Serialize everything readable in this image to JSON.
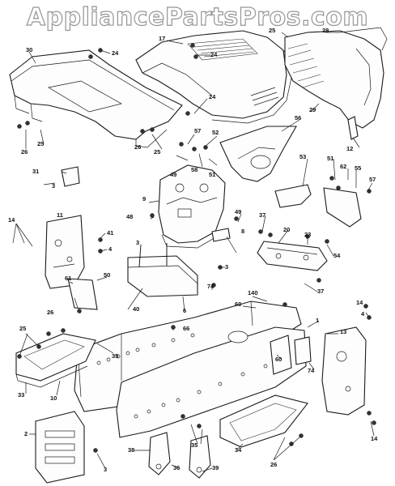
{
  "watermark": "AppliancePartsPros.com",
  "callouts": [
    {
      "id": "30",
      "text": "30"
    },
    {
      "id": "24a",
      "text": "24"
    },
    {
      "id": "17",
      "text": "17"
    },
    {
      "id": "24b",
      "text": "24"
    },
    {
      "id": "25a",
      "text": "25"
    },
    {
      "id": "28",
      "text": "28"
    },
    {
      "id": "26a",
      "text": "26"
    },
    {
      "id": "25b",
      "text": "25"
    },
    {
      "id": "24c",
      "text": "24"
    },
    {
      "id": "29",
      "text": "29"
    },
    {
      "id": "56",
      "text": "56"
    },
    {
      "id": "57a",
      "text": "57"
    },
    {
      "id": "52",
      "text": "52"
    },
    {
      "id": "25c",
      "text": "25"
    },
    {
      "id": "26b",
      "text": "26"
    },
    {
      "id": "12",
      "text": "12"
    },
    {
      "id": "31",
      "text": "31"
    },
    {
      "id": "49a",
      "text": "49"
    },
    {
      "id": "58",
      "text": "58"
    },
    {
      "id": "51a",
      "text": "51"
    },
    {
      "id": "53",
      "text": "53"
    },
    {
      "id": "3a",
      "text": "3"
    },
    {
      "id": "9",
      "text": "9"
    },
    {
      "id": "51b",
      "text": "51"
    },
    {
      "id": "62",
      "text": "62"
    },
    {
      "id": "55",
      "text": "55"
    },
    {
      "id": "57b",
      "text": "57"
    },
    {
      "id": "14a",
      "text": "14"
    },
    {
      "id": "11",
      "text": "11"
    },
    {
      "id": "48",
      "text": "48"
    },
    {
      "id": "49b",
      "text": "49"
    },
    {
      "id": "37a",
      "text": "37"
    },
    {
      "id": "20",
      "text": "20"
    },
    {
      "id": "23",
      "text": "23"
    },
    {
      "id": "41",
      "text": "41"
    },
    {
      "id": "4a",
      "text": "4"
    },
    {
      "id": "3b",
      "text": "3"
    },
    {
      "id": "8",
      "text": "8"
    },
    {
      "id": "54",
      "text": "54"
    },
    {
      "id": "3c",
      "text": "3"
    },
    {
      "id": "61",
      "text": "61"
    },
    {
      "id": "50",
      "text": "50"
    },
    {
      "id": "74a",
      "text": "74"
    },
    {
      "id": "140",
      "text": "140"
    },
    {
      "id": "37b",
      "text": "37"
    },
    {
      "id": "26c",
      "text": "26"
    },
    {
      "id": "40",
      "text": "40"
    },
    {
      "id": "6",
      "text": "6"
    },
    {
      "id": "60a",
      "text": "60"
    },
    {
      "id": "14b",
      "text": "14"
    },
    {
      "id": "4b",
      "text": "4"
    },
    {
      "id": "1",
      "text": "1"
    },
    {
      "id": "66",
      "text": "66"
    },
    {
      "id": "25d",
      "text": "25"
    },
    {
      "id": "13",
      "text": "13"
    },
    {
      "id": "35a",
      "text": "35"
    },
    {
      "id": "60b",
      "text": "60"
    },
    {
      "id": "74b",
      "text": "74"
    },
    {
      "id": "33",
      "text": "33"
    },
    {
      "id": "10",
      "text": "10"
    },
    {
      "id": "2",
      "text": "2"
    },
    {
      "id": "14c",
      "text": "14"
    },
    {
      "id": "35b",
      "text": "35"
    },
    {
      "id": "38",
      "text": "38"
    },
    {
      "id": "3d",
      "text": "3"
    },
    {
      "id": "34",
      "text": "34"
    },
    {
      "id": "26d",
      "text": "26"
    },
    {
      "id": "36",
      "text": "36"
    },
    {
      "id": "39",
      "text": "39"
    }
  ]
}
